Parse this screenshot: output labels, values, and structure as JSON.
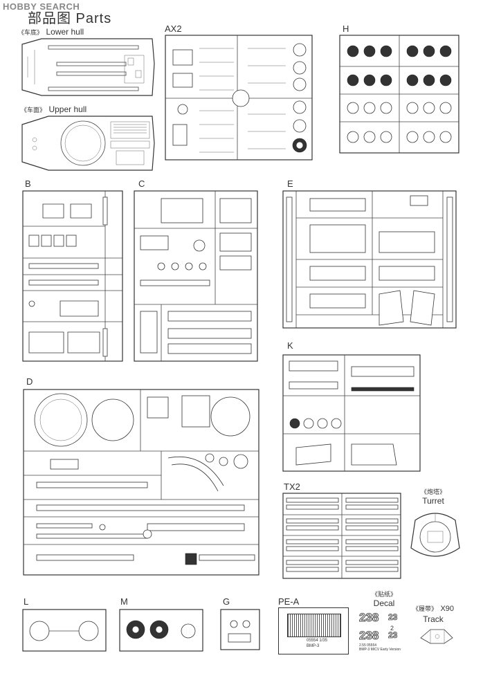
{
  "watermark": "HOBBY SEARCH",
  "title": "部品图 Parts",
  "sections": {
    "lower_hull": {
      "cn": "《车底》",
      "en": "Lower  hull"
    },
    "upper_hull": {
      "cn": "《车面》",
      "en": "Upper hull"
    },
    "ax2": "AX2",
    "h": "H",
    "b": "B",
    "c": "C",
    "e": "E",
    "d": "D",
    "k": "K",
    "tx2": "TX2",
    "turret": {
      "cn": "《炮塔》",
      "en": "Turret"
    },
    "l": "L",
    "m": "M",
    "g": "G",
    "pea": "PE-A",
    "decal": {
      "cn": "《贴纸》",
      "en": "Decal"
    },
    "track": {
      "cn": "《履带》",
      "mult": "X90",
      "en": "Track"
    }
  },
  "decal_sheet": {
    "num1": "238",
    "num2": "238",
    "small1": "23",
    "small2": "23",
    "mid": "2",
    "caption1": "2.55 05554",
    "caption2": "BMP-3 MICV Early Version"
  },
  "pe_sheet": {
    "line1": "05554 1/35",
    "line2": "BMP-3"
  }
}
